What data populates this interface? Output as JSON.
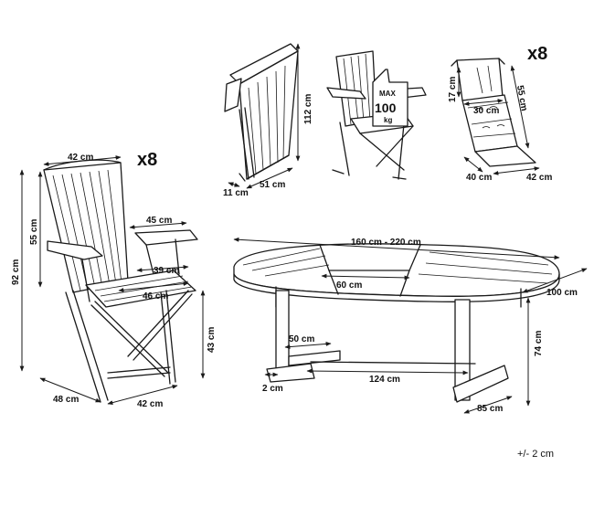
{
  "labels": {
    "qty_chairs": "x8",
    "qty_cushions": "x8",
    "chair_top_width": "42 cm",
    "chair_seat_height_back": "55 cm",
    "chair_total_height": "92 cm",
    "chair_arm_length": "45 cm",
    "chair_seat_width": "39 cm",
    "chair_seat_depth": "46 cm",
    "chair_seat_height": "43 cm",
    "chair_depth": "48 cm",
    "chair_width": "42 cm",
    "folded_height": "112 cm",
    "folded_depth": "11 cm",
    "folded_width": "51 cm",
    "max_label": "MAX",
    "max_value": "100",
    "max_unit": "kg",
    "cushion_head_height": "17 cm",
    "cushion_head_width": "30 cm",
    "cushion_back_height": "55 cm",
    "cushion_seat_depth": "40 cm",
    "cushion_seat_width": "42 cm",
    "table_length": "160 cm - 220 cm",
    "table_extension": "60 cm",
    "table_width": "100 cm",
    "table_height": "74 cm",
    "table_leg_span": "124 cm",
    "table_leg_depth": "85 cm",
    "table_crossbar_height": "50 cm",
    "table_foot": "2 cm",
    "tolerance": "+/- 2 cm"
  }
}
